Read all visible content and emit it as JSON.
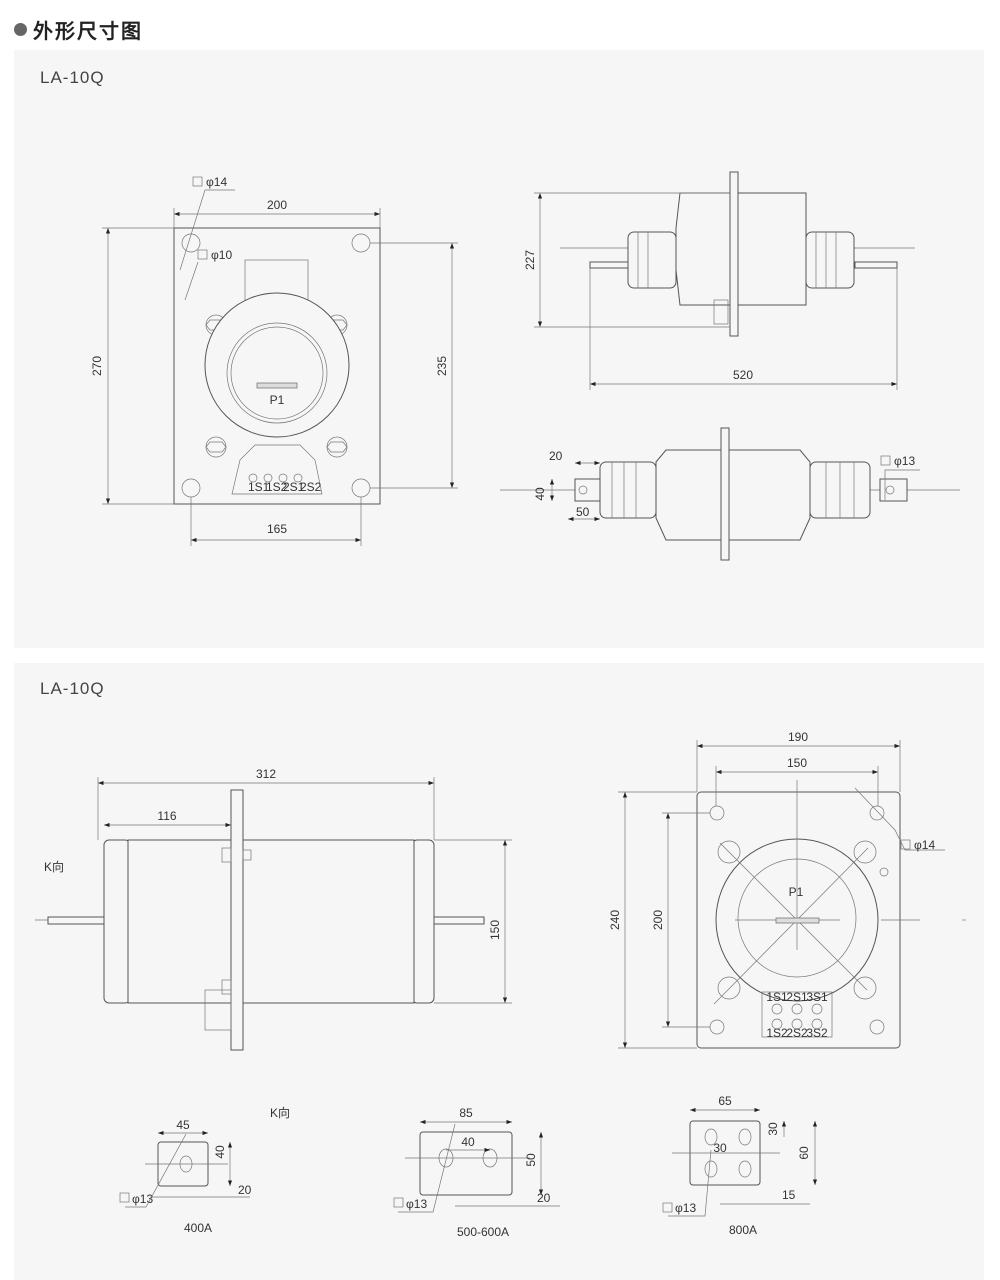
{
  "header": {
    "title": "外形尺寸图"
  },
  "panels": [
    {
      "model": "LA-10Q",
      "front_view": {
        "dims": {
          "width": "200",
          "height": "270",
          "hole_spacing_v": "235",
          "hole_spacing_h": "165"
        },
        "hole_label_1": "φ14",
        "hole_label_2": "φ10",
        "center_label": "P1",
        "terminals": [
          "1S1",
          "1S2",
          "2S1",
          "2S2"
        ]
      },
      "side_view": {
        "dims": {
          "height": "227",
          "length": "520"
        }
      },
      "bottom_view": {
        "dims": {
          "a": "20",
          "b": "40",
          "c": "50"
        },
        "hole_label": "φ13"
      }
    },
    {
      "model": "LA-10Q",
      "side_view": {
        "dims": {
          "overall": "312",
          "offset": "116",
          "diameter": "150"
        },
        "direction_label": "K向"
      },
      "front_view": {
        "dims": {
          "width": "190",
          "hole_spacing_h": "150",
          "height": "240",
          "hole_spacing_v": "200"
        },
        "hole_label": "φ14",
        "center_label": "P1",
        "terminals_top": [
          "1S1",
          "2S1",
          "3S1"
        ],
        "terminals_bottom": [
          "1S2",
          "2S2",
          "3S2"
        ]
      },
      "k_view_label": "K向",
      "details": [
        {
          "caption": "400A",
          "dims": [
            "45",
            "40",
            "20"
          ],
          "hole_label": "φ13"
        },
        {
          "caption": "500-600A",
          "dims": [
            "85",
            "40",
            "50",
            "20"
          ],
          "hole_label": "φ13"
        },
        {
          "caption": "800A",
          "dims": [
            "65",
            "30",
            "60",
            "30",
            "15"
          ],
          "hole_label": "φ13"
        }
      ]
    }
  ]
}
